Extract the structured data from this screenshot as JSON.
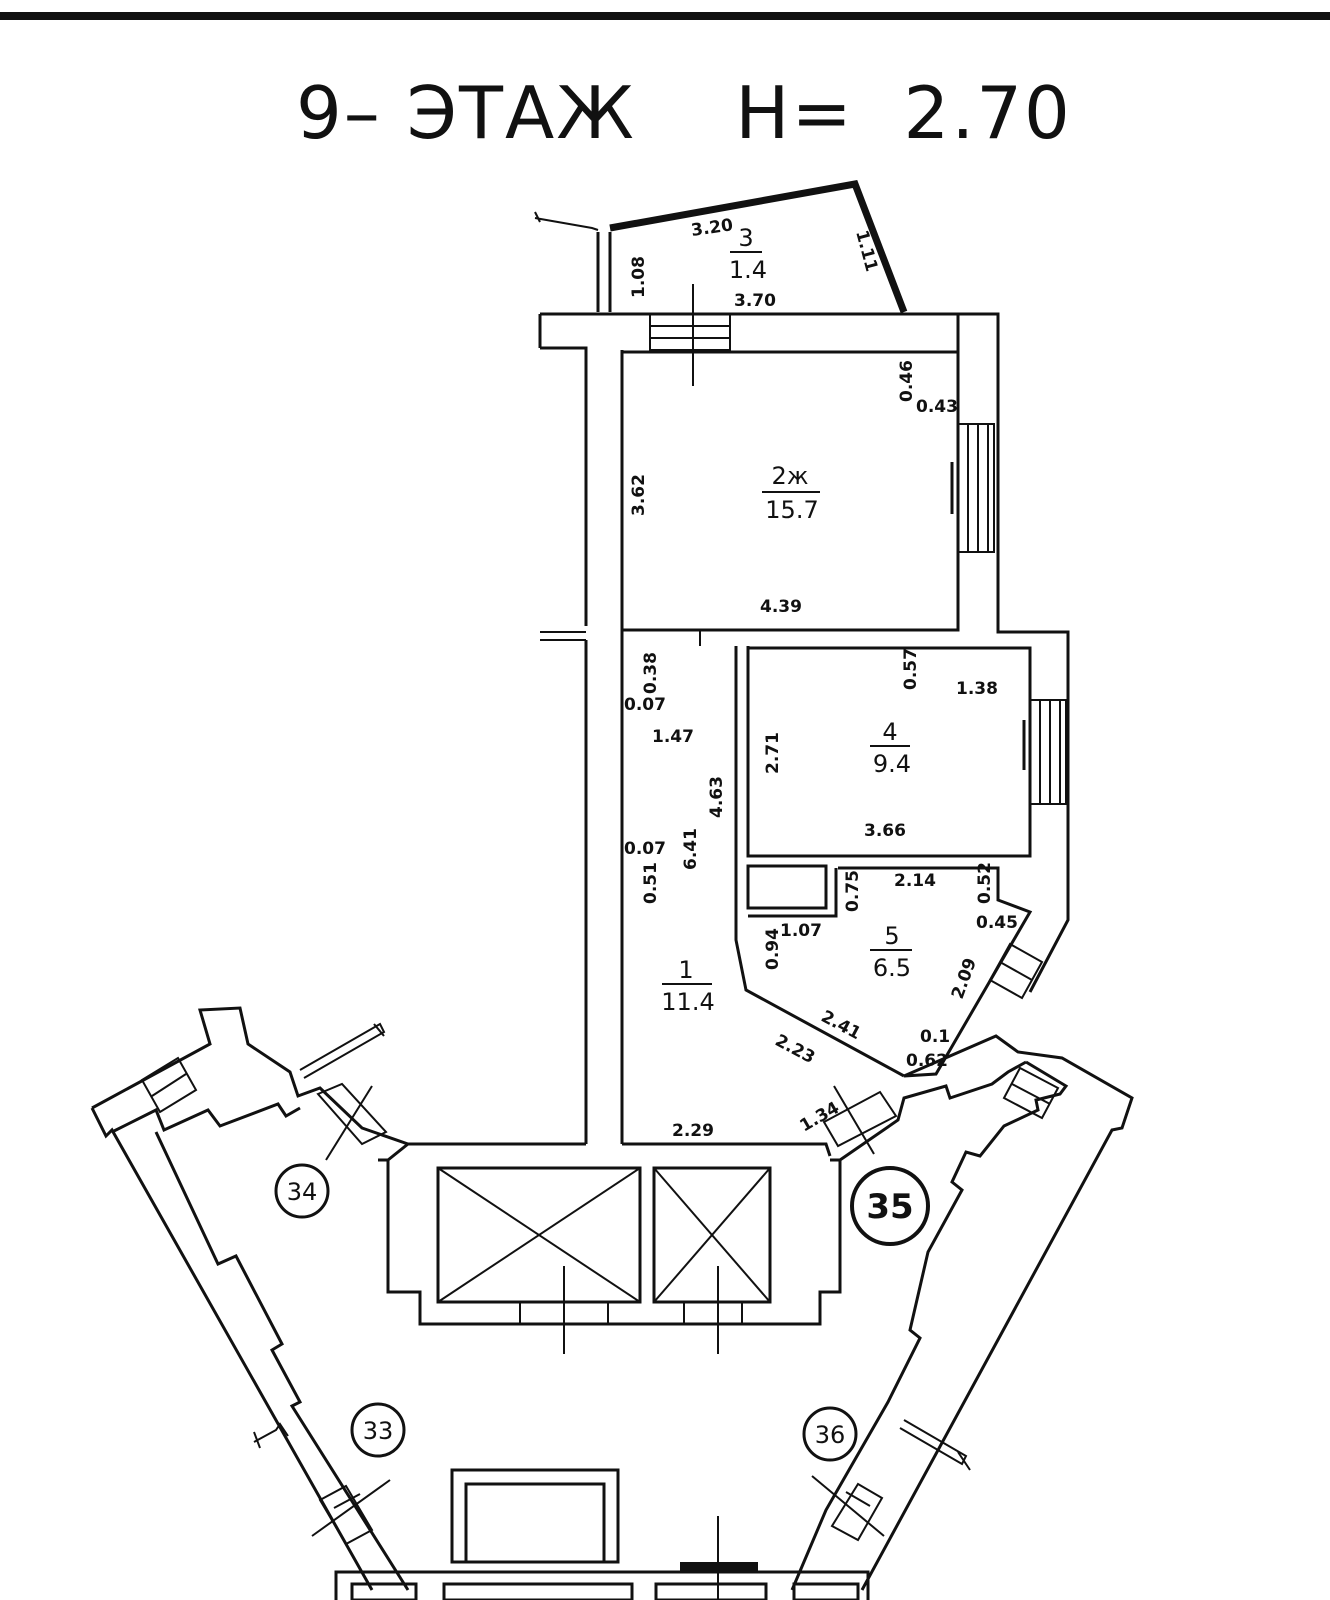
{
  "header": {
    "title": "9– ЭТАЖ    H=  2.70"
  },
  "rooms": [
    {
      "number": "3",
      "area": "1.4"
    },
    {
      "number": "2ж",
      "area": "15.7"
    },
    {
      "number": "4",
      "area": "9.4"
    },
    {
      "number": "5",
      "area": "6.5"
    },
    {
      "number": "1",
      "area": "11.4"
    }
  ],
  "dimensions": {
    "d320": "3.20",
    "d108": "1.08",
    "d370": "3.70",
    "d111": "1.11",
    "d046": "0.46",
    "d043": "0.43",
    "d362": "3.62",
    "d439": "4.39",
    "d038": "0.38",
    "d007a": "0.07",
    "d147": "1.47",
    "d271": "2.71",
    "d057": "0.57",
    "d138": "1.38",
    "d366": "3.66",
    "d463": "4.63",
    "d641": "6.41",
    "d007b": "0.07",
    "d051": "0.51",
    "d075": "0.75",
    "d214": "2.14",
    "d052": "0.52",
    "d045": "0.45",
    "d094": "0.94",
    "d107": "1.07",
    "d209": "2.09",
    "d241": "2.41",
    "d223": "2.23",
    "d01": "0.1",
    "d062": "0.62",
    "d134": "1.34",
    "d229": "2.29"
  },
  "apartments": {
    "a33": "33",
    "a34": "34",
    "a35": "35",
    "a36": "36"
  }
}
